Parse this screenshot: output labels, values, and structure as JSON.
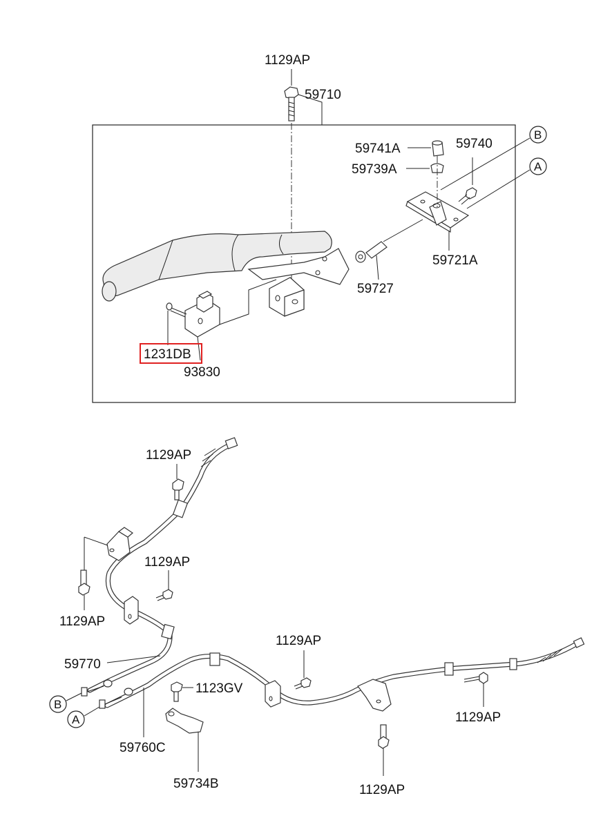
{
  "diagram": {
    "highlight_color": "#e02020",
    "labels": {
      "top_bolt": "1129AP",
      "lever_assy": "59710",
      "clip_a": "59741A",
      "clip_b": "59739A",
      "bolt_59740": "59740",
      "bracket_59721a": "59721A",
      "rod_59727": "59727",
      "switch_screw": "1231DB",
      "switch_93830": "93830",
      "mid_bolt_1": "1129AP",
      "mid_bolt_2": "1129AP",
      "mid_bolt_3": "1129AP",
      "mid_bolt_4": "1129AP",
      "right_bolt_1": "1129AP",
      "right_bolt_2": "1129AP",
      "cable_59770": "59770",
      "cable_59760c": "59760C",
      "bolt_1123gv": "1123GV",
      "clip_59734b": "59734B"
    },
    "callouts": {
      "b_top": "B",
      "a_top": "A",
      "b_bottom": "B",
      "a_bottom": "A"
    }
  }
}
